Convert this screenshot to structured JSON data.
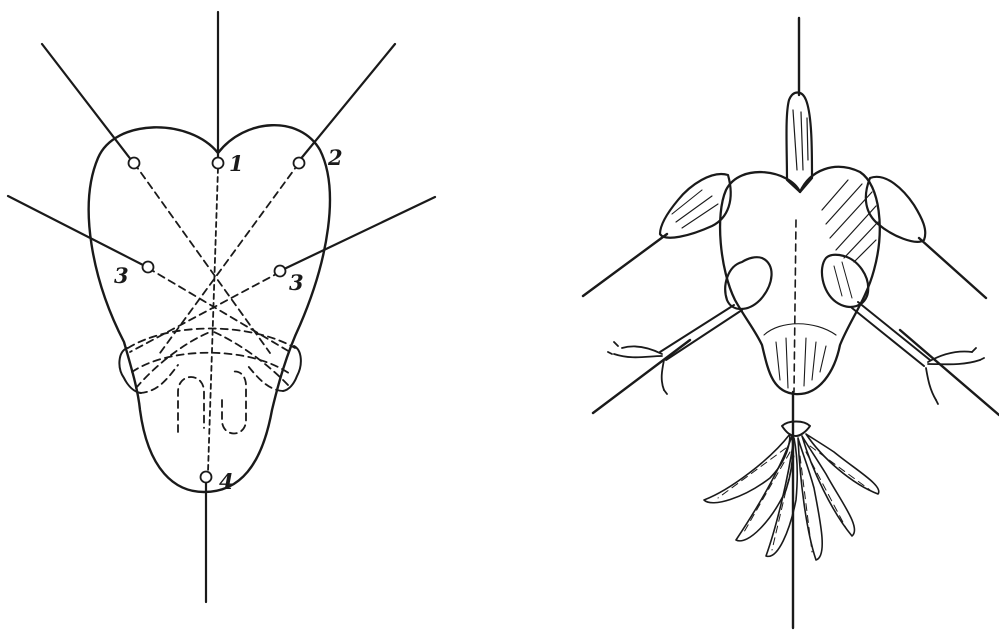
{
  "figure": {
    "labels": {
      "p1": "1",
      "p2": "2",
      "p3_left": "3",
      "p3_right": "3",
      "p4": "4"
    },
    "colors": {
      "ink": "#1a1a1a",
      "background": "#ffffff"
    }
  }
}
